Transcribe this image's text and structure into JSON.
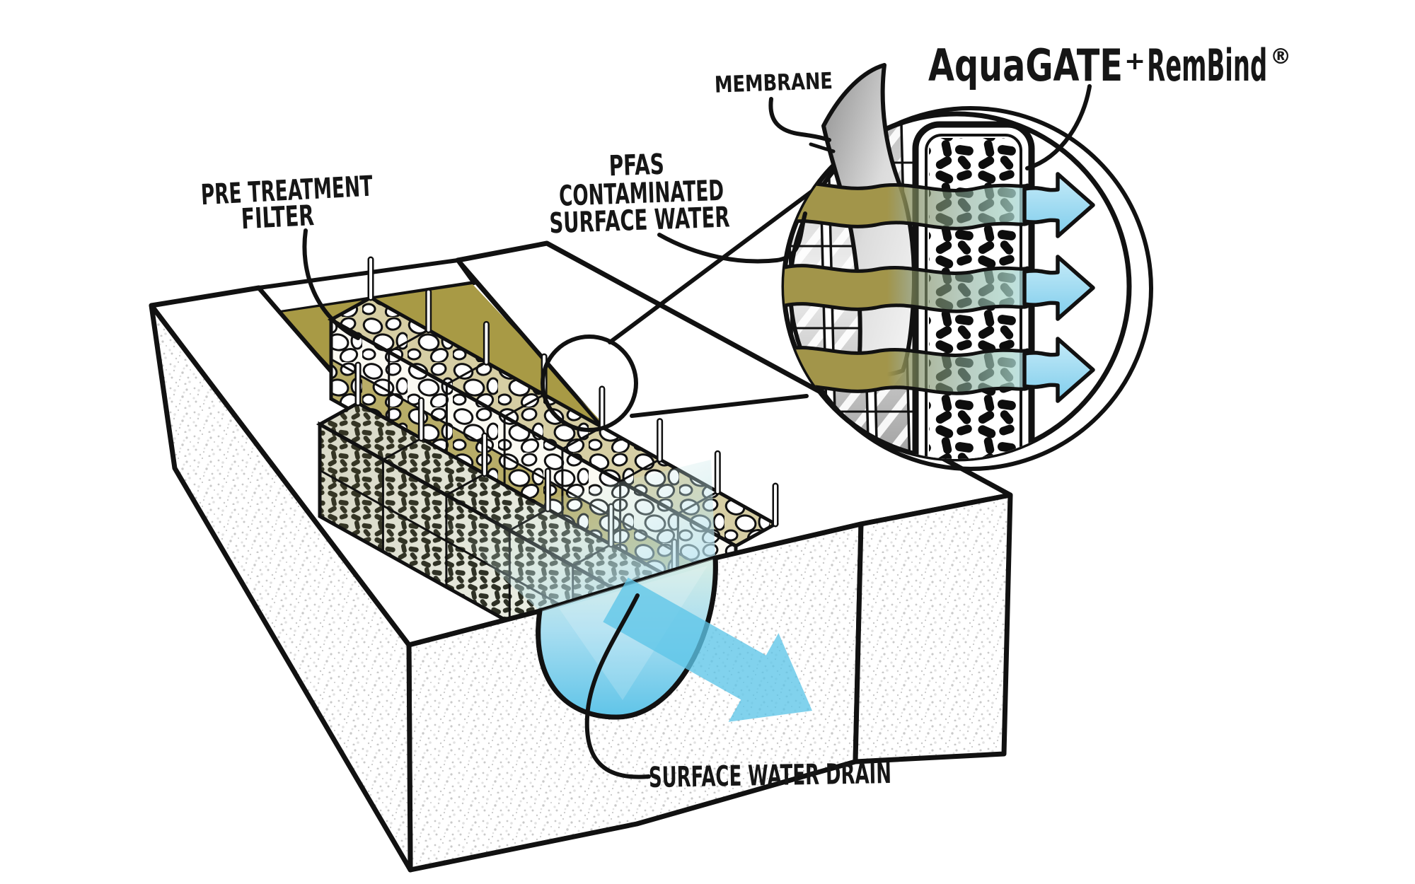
{
  "title": {
    "brand_left": "AquaGATE",
    "plus_sign": "+",
    "brand_right": "RemBind",
    "registered_mark": "®"
  },
  "labels": {
    "membrane": "MEMBRANE",
    "pre_treatment_filter_line1": "PRE TREATMENT",
    "pre_treatment_filter_line2": "FILTER",
    "pfas_line1": "PFAS",
    "pfas_line2": "CONTAMINATED",
    "pfas_line3": "SURFACE WATER",
    "surface_water_drain": "SURFACE WATER DRAIN"
  },
  "colors": {
    "outline_black": "#111111",
    "contaminated_water_olive": "#a89a45",
    "clean_water_blue": "#5ec5e8",
    "pale_water_blue": "#bfe7f2",
    "membrane_gray": "#b8b8b8",
    "granule_black": "#0d0d0d",
    "background": "#ffffff"
  }
}
